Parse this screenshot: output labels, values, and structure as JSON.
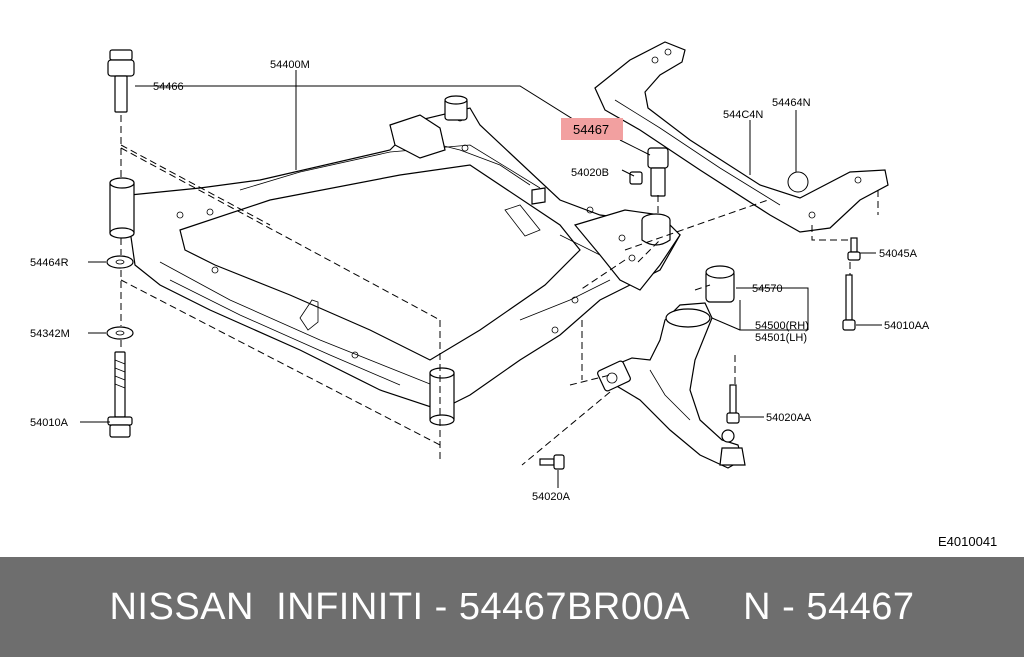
{
  "diagram": {
    "labels": {
      "l54400M": "54400M",
      "l54466": "54466",
      "l54467": "54467",
      "l54020B": "54020B",
      "l544C4N": "544C4N",
      "l54464N": "54464N",
      "l54464R": "54464R",
      "l54342M": "54342M",
      "l54010A": "54010A",
      "l54045A": "54045A",
      "l54570": "54570",
      "l54500": "54500(RH)",
      "l54501": "54501(LH)",
      "l54010AA": "54010AA",
      "l54020AA": "54020AA",
      "l54020A": "54020A"
    },
    "highlight_color": "#f2a0a0",
    "figure_id": "E4010041"
  },
  "footer": {
    "text": "NISSAN  INFINITI - 54467BR00A     N - 54467",
    "background": "#6e6e6e",
    "color": "#ffffff"
  }
}
